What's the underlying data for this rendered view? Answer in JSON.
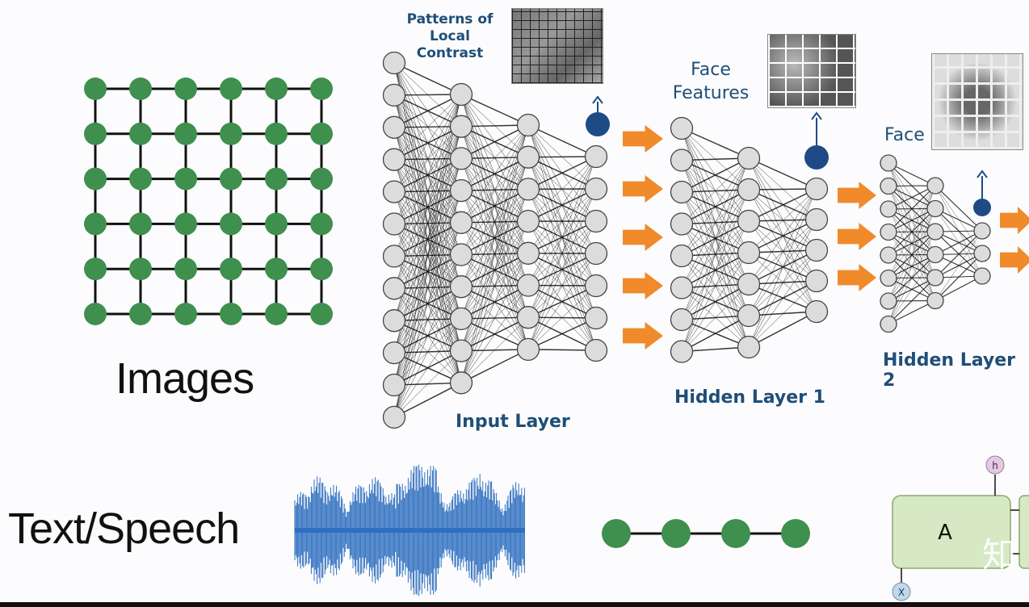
{
  "labels": {
    "images": "Images",
    "text_speech": "Text/Speech",
    "patterns": "Patterns of Local\nContrast",
    "face_features": "Face\nFeatures",
    "face": "Face",
    "input_layer": "Input Layer",
    "hidden_layer_1": "Hidden Layer 1",
    "hidden_layer_2": "Hidden Layer 2",
    "rnn_cell": "A",
    "rnn_output": "h",
    "rnn_input": "X",
    "watermark": "知"
  },
  "colors": {
    "grid_node": "#3f8f4e",
    "network_node": "#dcdcdc",
    "network_output": "#1e4a85",
    "arrow": "#f08a2b",
    "label_blue": "#1f4e78",
    "waveform": "#2f6fbf",
    "rnn_cell": "#d6e9c4"
  },
  "grid": {
    "rows": 6,
    "cols": 6
  },
  "sequence": {
    "nodes": 4
  }
}
